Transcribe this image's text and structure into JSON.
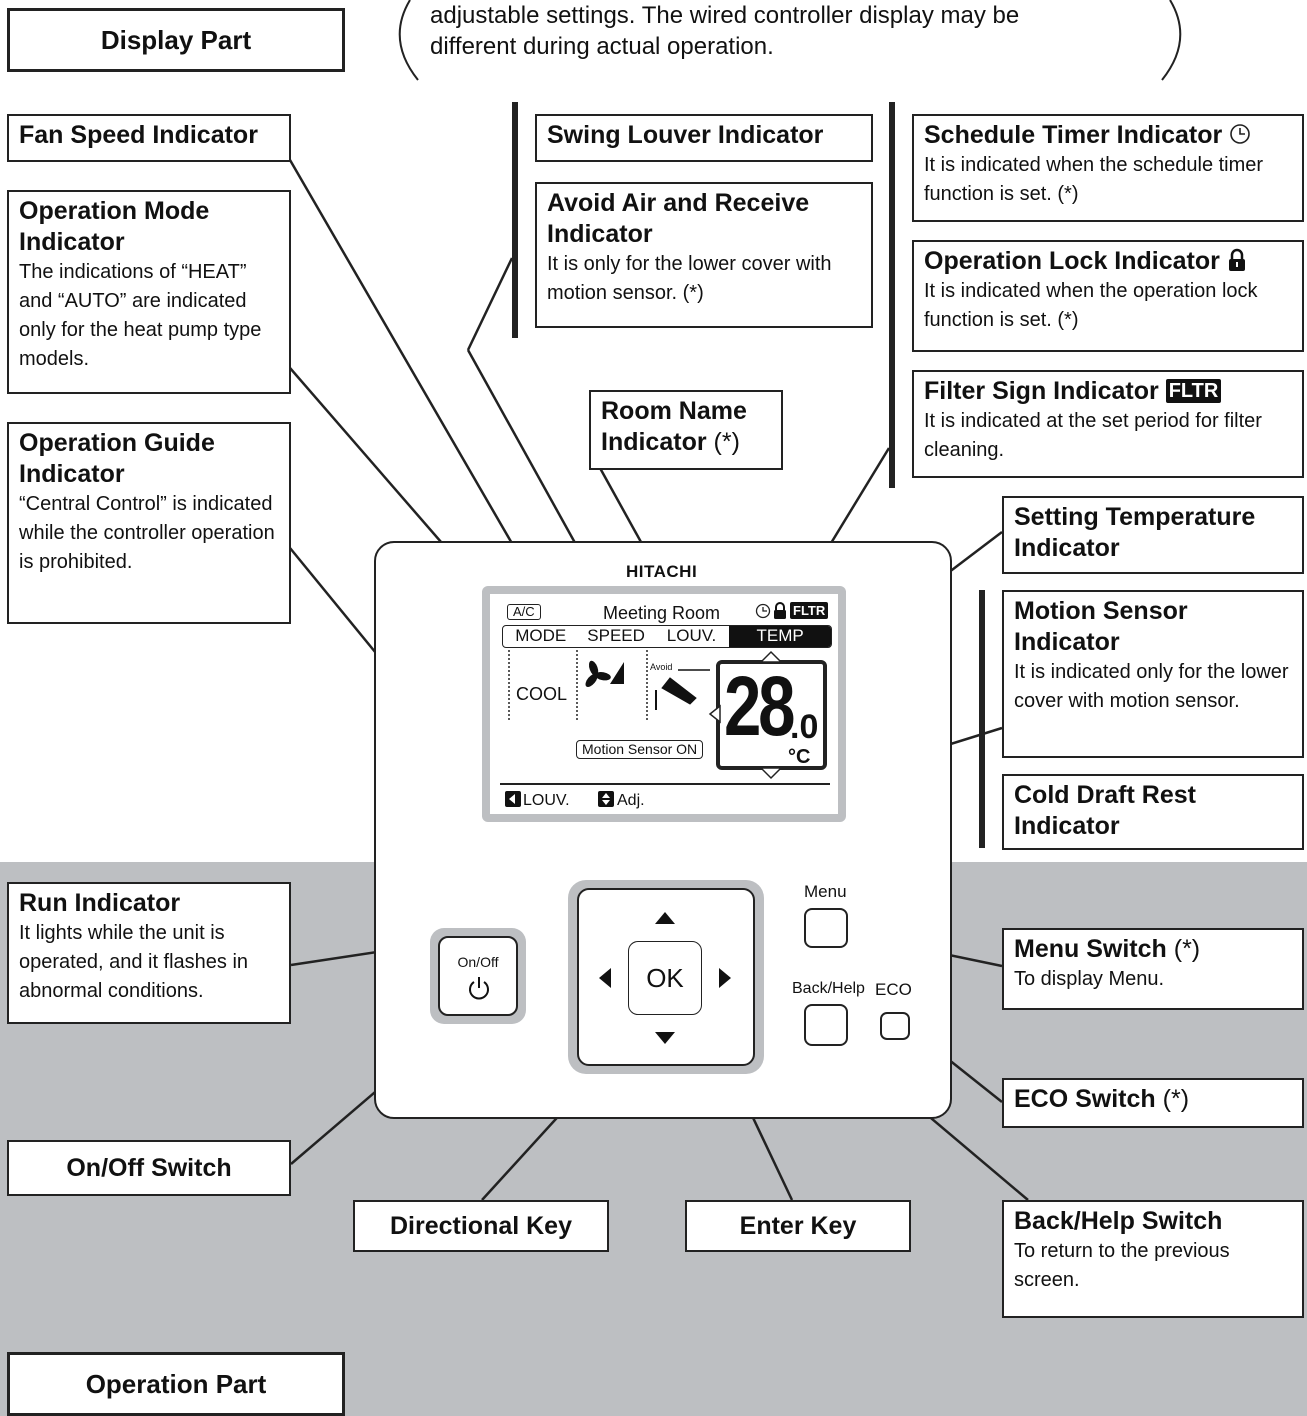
{
  "note": {
    "line1": "adjustable settings. The wired controller display may be",
    "line2": "different during actual operation."
  },
  "section_headers": {
    "display": "Display Part",
    "operation": "Operation Part"
  },
  "callouts": {
    "fan_speed": {
      "title": "Fan Speed Indicator"
    },
    "op_mode": {
      "title": "Operation Mode Indicator",
      "desc": "The indications of “HEAT” and “AUTO” are indicated only for the heat pump type models."
    },
    "op_guide": {
      "title": "Operation Guide Indicator",
      "desc": "“Central Control” is indicated while the controller operation is prohibited."
    },
    "swing": {
      "title": "Swing Louver Indicator"
    },
    "avoid": {
      "title": "Avoid Air and Receive Indicator",
      "desc": "It is only for the lower cover with motion sensor. (*)"
    },
    "room_name": {
      "title": "Room Name Indicator",
      "mark": "(*)"
    },
    "schedule": {
      "title": "Schedule Timer Indicator",
      "desc": "It is indicated when the schedule timer function is set. (*)"
    },
    "op_lock": {
      "title": "Operation Lock Indicator",
      "desc": "It is indicated when the operation lock function is set. (*)"
    },
    "filter": {
      "title": "Filter Sign Indicator",
      "badge": "FLTR",
      "desc": "It is indicated at the set period for filter cleaning."
    },
    "set_temp": {
      "title": "Setting Temperature Indicator"
    },
    "motion": {
      "title": "Motion Sensor Indicator",
      "desc": "It is indicated only for the lower cover with motion sensor."
    },
    "cold_draft": {
      "title": "Cold Draft Rest Indicator"
    },
    "run": {
      "title": "Run Indicator",
      "desc": "It lights while the unit is operated, and it flashes in abnormal conditions."
    },
    "onoff": {
      "title": "On/Off Switch"
    },
    "directional": {
      "title": "Directional Key"
    },
    "enter": {
      "title": "Enter Key"
    },
    "menu": {
      "title": "Menu Switch",
      "mark": "(*)",
      "desc": "To display Menu."
    },
    "eco": {
      "title": "ECO Switch",
      "mark": "(*)"
    },
    "back": {
      "title": "Back/Help Switch",
      "desc": "To return to the previous screen."
    }
  },
  "lcd": {
    "brand": "HITACHI",
    "ac_badge": "A/C",
    "room_name": "Meeting Room",
    "fltr": "FLTR",
    "tabs": [
      "MODE",
      "SPEED",
      "LOUV.",
      "TEMP"
    ],
    "mode_value": "COOL",
    "avoid_label": "Avoid",
    "temperature": "28",
    "temp_decimal": ".0",
    "temp_unit": "°C",
    "motion_badge": "Motion Sensor ON",
    "footer_left": "LOUV.",
    "footer_right": "Adj."
  },
  "buttons": {
    "onoff": "On/Off",
    "ok": "OK",
    "menu": "Menu",
    "back": "Back/Help",
    "eco": "ECO"
  }
}
